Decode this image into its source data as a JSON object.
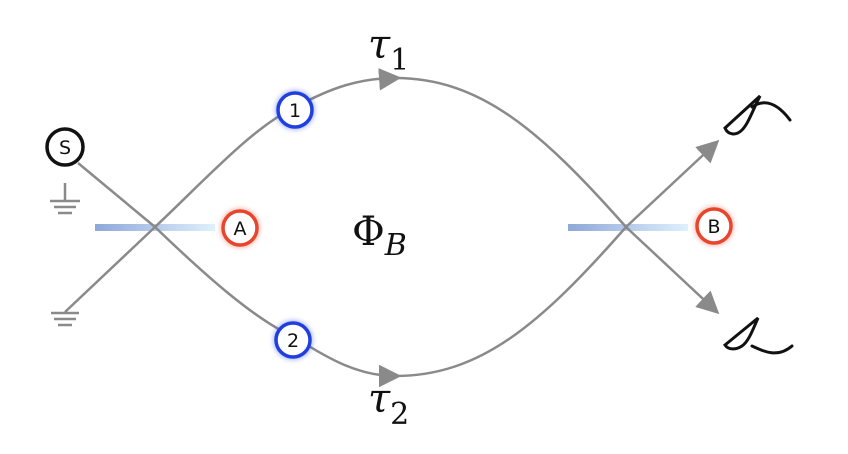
{
  "diagram": {
    "source_label": "S",
    "beam_splitters": [
      {
        "label": "A",
        "color": "#e8452c"
      },
      {
        "label": "B",
        "color": "#e8452c"
      }
    ],
    "arm_nodes": [
      {
        "label": "1",
        "color": "#1f3fe0"
      },
      {
        "label": "2",
        "color": "#1f3fe0"
      }
    ],
    "delays": {
      "upper": {
        "symbol": "τ",
        "subscript": "1"
      },
      "lower": {
        "symbol": "τ",
        "subscript": "2"
      }
    },
    "flux": {
      "symbol": "Φ",
      "subscript": "B"
    },
    "colors": {
      "path": "#8a8a8a",
      "splitter_gradient_start": "#8ea8d8",
      "splitter_gradient_end": "#cfe6fb",
      "source_outline": "#111111"
    }
  }
}
